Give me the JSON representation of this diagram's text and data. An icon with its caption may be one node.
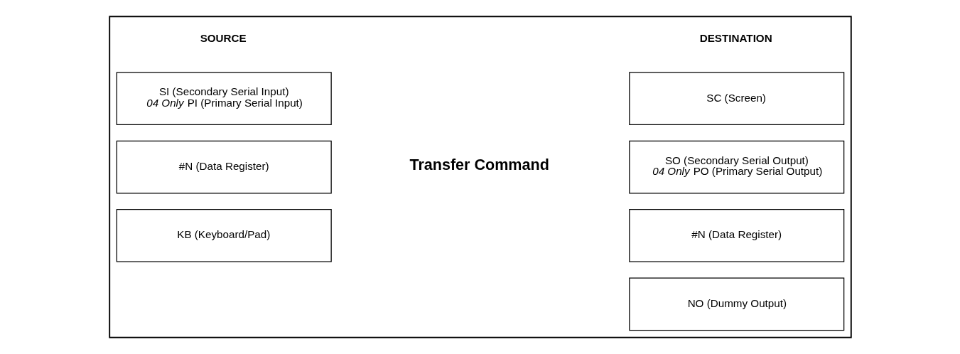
{
  "diagram": {
    "nodes": [
      {
        "text": [],
        "shape": "box"
      },
      {
        "text": [
          "SI (Secondary Serial Input)",
          "*04 Only* PI (Primary Serial Input)"
        ],
        "in": 0
      },
      {
        "text": [
          "#N (Data Register)"
        ],
        "in": 0
      },
      {
        "text": [
          "KB (Keyboard/Pad)"
        ],
        "in": 0
      },
      {
        "text": [
          "Transfer Command"
        ],
        "in": 0
      },
      {
        "text": [
          "SC (Screen)"
        ],
        "in": 0
      },
      {
        "text": [
          "SO (Secondary Serial Output)",
          "*04 Only* PO (Primary Serial Output)"
        ],
        "in": 0
      },
      {
        "text": [
          "#N (Data Register)"
        ],
        "in": 0
      },
      {
        "text": [
          "NO (Dummy Output)"
        ],
        "in": 0
      }
    ],
    "edges": [],
    "labels": [
      "SOURCE",
      "DESTINATION"
    ]
  }
}
